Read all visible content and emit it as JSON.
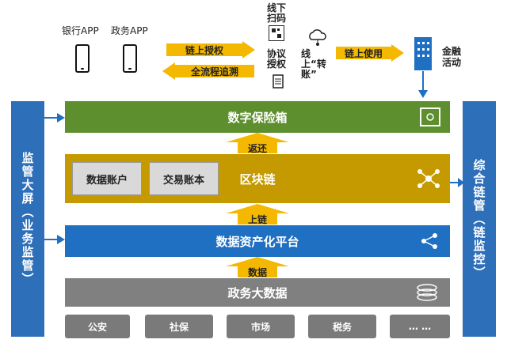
{
  "top": {
    "bank_app": "银行APP",
    "gov_app": "政务APP",
    "offline_scan": "线下扫码",
    "protocol_auth": "协议授权",
    "online_transfer": "线上“转账”",
    "chain_auth": "链上授权",
    "full_trace": "全流程追溯",
    "chain_use": "链上使用",
    "finance": "金融活动"
  },
  "layers": {
    "vault": "数字保险箱",
    "return": "返还",
    "blockchain": "区块链",
    "data_account": "数据账户",
    "tx_ledger": "交易账本",
    "onchain": "上链",
    "platform": "数据资产化平台",
    "data": "数据",
    "bigdata": "政务大数据"
  },
  "sources": [
    "公安",
    "社保",
    "市场",
    "税务",
    "… …"
  ],
  "left_panel": "监管大屏（业务监管）",
  "right_panel": "综合链管（链监控）",
  "colors": {
    "green": "#5e8f2f",
    "gold": "#c49a00",
    "blue": "#1f6fc2",
    "gray": "#808080",
    "arrow": "#f5b800",
    "side": "#2e6fba"
  }
}
